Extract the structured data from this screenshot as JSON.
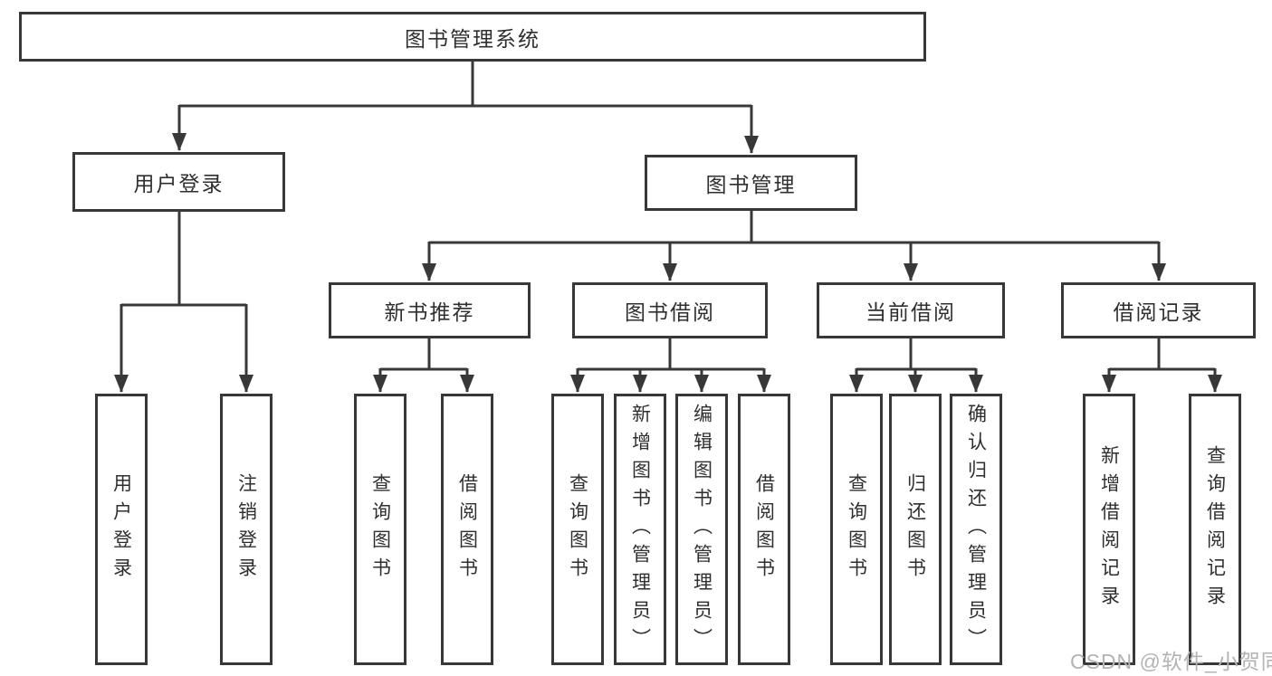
{
  "diagram_title": "图书管理系统",
  "colors": {
    "line": "#383838",
    "text": "#2f2f2f",
    "watermark": "#b3b3b3",
    "background": "#ffffff"
  },
  "nodes": {
    "root": {
      "label": "图书管理系统"
    },
    "level2": [
      {
        "label": "用户登录"
      },
      {
        "label": "图书管理"
      }
    ],
    "level3": [
      {
        "label": "新书推荐"
      },
      {
        "label": "图书借阅"
      },
      {
        "label": "当前借阅"
      },
      {
        "label": "借阅记录"
      }
    ],
    "leaves_user_login": [
      {
        "label": "用户登录"
      },
      {
        "label": "注销登录"
      }
    ],
    "leaves_new_books": [
      {
        "label": "查询图书"
      },
      {
        "label": "借阅图书"
      }
    ],
    "leaves_book_borrow": [
      {
        "label": "查询图书"
      },
      {
        "label": "新增图书（管理员）"
      },
      {
        "label": "编辑图书（管理员）"
      },
      {
        "label": "借阅图书"
      }
    ],
    "leaves_current_borrow": [
      {
        "label": "查询图书"
      },
      {
        "label": "归还图书"
      },
      {
        "label": "确认归还（管理员）"
      }
    ],
    "leaves_borrow_records": [
      {
        "label": "新增借阅记录"
      },
      {
        "label": "查询借阅记录"
      }
    ]
  },
  "watermark": {
    "text": "CSDN @软件_小贺同学"
  }
}
